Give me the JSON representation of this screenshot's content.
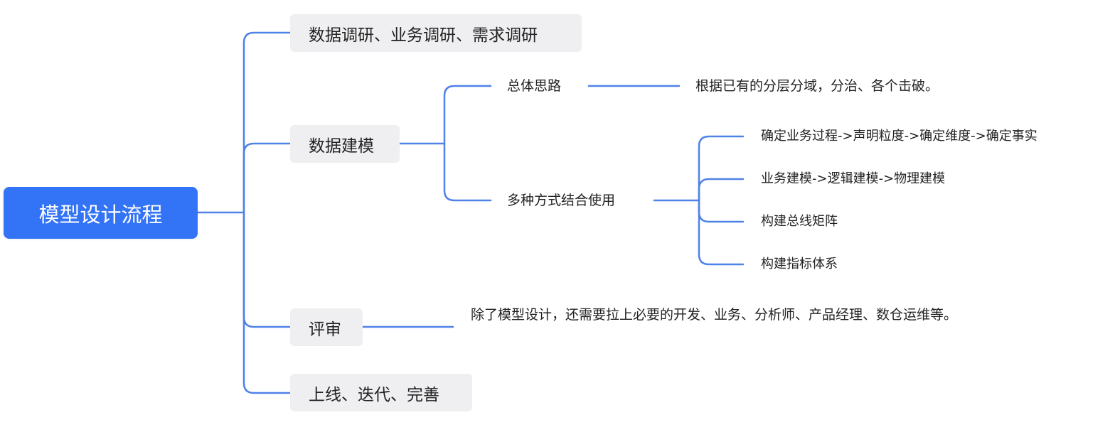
{
  "root": {
    "label": "模型设计流程"
  },
  "branches": {
    "research": {
      "label": "数据调研、业务调研、需求调研"
    },
    "modeling": {
      "label": "数据建模",
      "overall": {
        "label": "总体思路",
        "detail": "根据已有的分层分域，分治、各个击破。"
      },
      "methods": {
        "label": "多种方式结合使用",
        "items": [
          "确定业务过程->声明粒度->确定维度->确定事实",
          "业务建模->逻辑建模->物理建模",
          "构建总线矩阵",
          "构建指标体系"
        ]
      }
    },
    "review": {
      "label": "评审",
      "detail": "除了模型设计，还需要拉上必要的开发、业务、分析师、产品经理、数仓运维等。"
    },
    "launch": {
      "label": "上线、迭代、完善"
    }
  },
  "colors": {
    "connector": "#4f82e8",
    "root_fill": "#3373f6",
    "box_fill": "#efeff1"
  }
}
